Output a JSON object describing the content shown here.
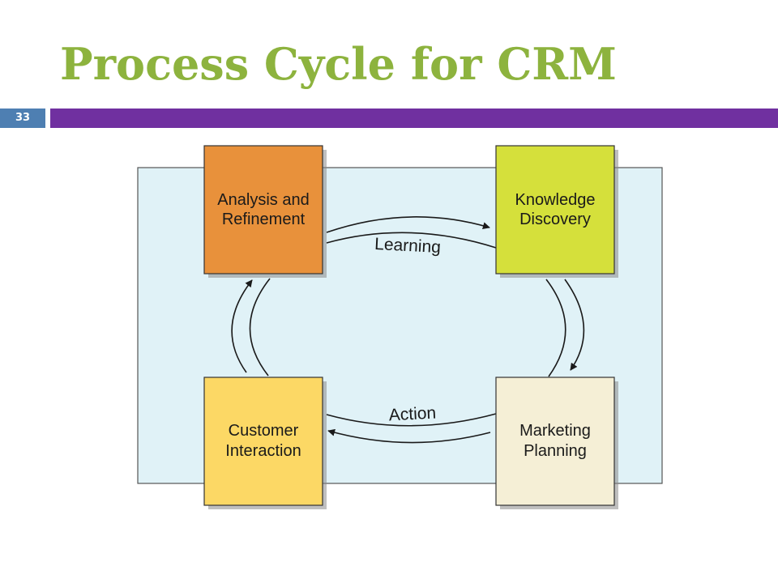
{
  "slide": {
    "title": "Process Cycle for CRM",
    "number": "33"
  },
  "diagram": {
    "background_color": "#e0f2f7",
    "boxes": {
      "analysis": {
        "lines": [
          "Analysis and",
          "Refinement"
        ],
        "color": "#e8913b"
      },
      "knowledge": {
        "lines": [
          "Knowledge",
          "Discovery"
        ],
        "color": "#d5e03b"
      },
      "customer": {
        "lines": [
          "Customer",
          "Interaction"
        ],
        "color": "#fcd865"
      },
      "marketing": {
        "lines": [
          "Marketing",
          "Planning"
        ],
        "color": "#f5efd6"
      }
    },
    "arrow_labels": {
      "learning": "Learning",
      "action": "Action"
    }
  }
}
